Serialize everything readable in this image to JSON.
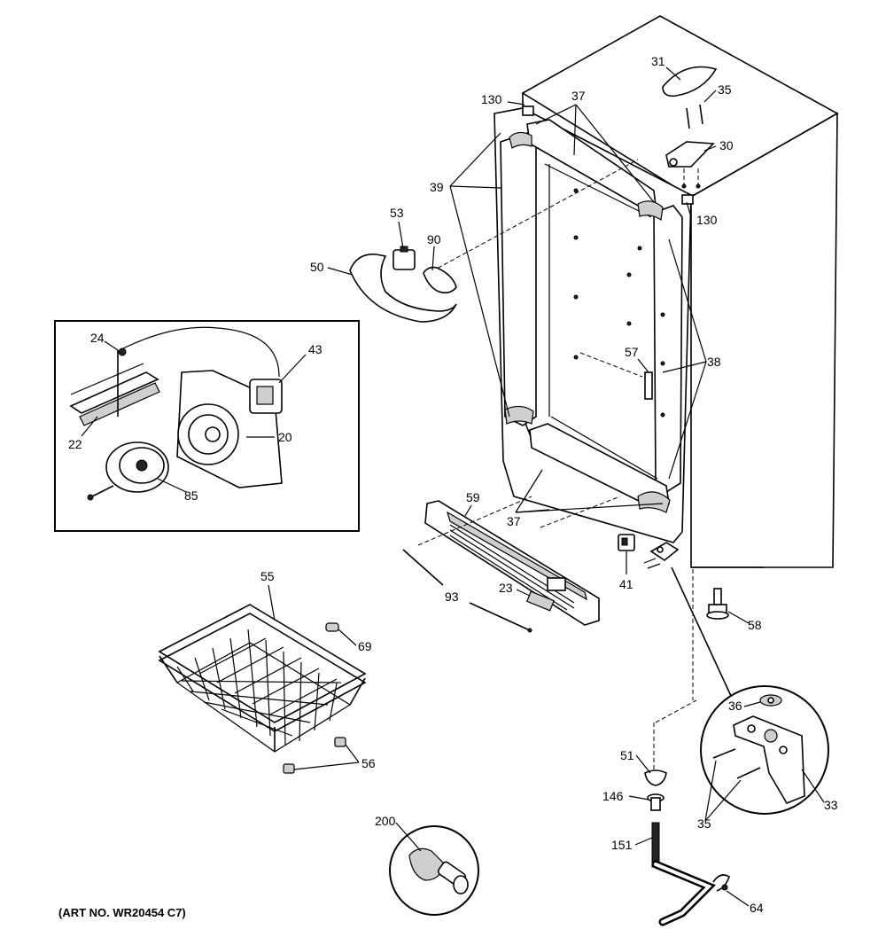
{
  "caption": "(ART NO. WR20454 C7)",
  "callouts": [
    "130",
    "37",
    "31",
    "35",
    "30",
    "130",
    "39",
    "53",
    "90",
    "50",
    "24",
    "43",
    "22",
    "20",
    "85",
    "57",
    "38",
    "59",
    "37",
    "41",
    "23",
    "93",
    "55",
    "69",
    "58",
    "36",
    "56",
    "51",
    "146",
    "33",
    "35",
    "200",
    "151",
    "64"
  ]
}
